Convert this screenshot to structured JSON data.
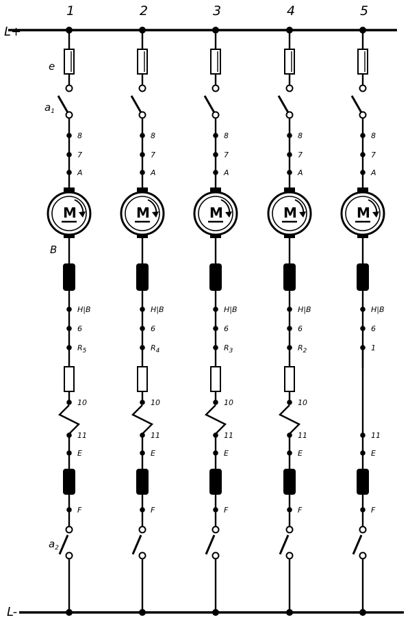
{
  "rails": {
    "positive": "L+",
    "negative": "L-"
  },
  "fuse_label": "e",
  "top_switch_label": "a1",
  "bottom_switch_label": "a2",
  "armature_label": "B",
  "motor_symbol": "M",
  "columns": [
    {
      "number": "1",
      "top_terminals": [
        "8",
        "7",
        "A"
      ],
      "mid_terminals": [
        "H|B",
        "6",
        "R5"
      ],
      "lower_terminals": [
        "10",
        "11",
        "E",
        "F"
      ],
      "has_resistor": true
    },
    {
      "number": "2",
      "top_terminals": [
        "8",
        "7",
        "A"
      ],
      "mid_terminals": [
        "H|B",
        "6",
        "R4"
      ],
      "lower_terminals": [
        "10",
        "11",
        "E",
        "F"
      ],
      "has_resistor": true
    },
    {
      "number": "3",
      "top_terminals": [
        "8",
        "7",
        "A"
      ],
      "mid_terminals": [
        "H|B",
        "6",
        "R3"
      ],
      "lower_terminals": [
        "10",
        "11",
        "E",
        "F"
      ],
      "has_resistor": true
    },
    {
      "number": "4",
      "top_terminals": [
        "8",
        "7",
        "A"
      ],
      "mid_terminals": [
        "H|B",
        "6",
        "R2"
      ],
      "lower_terminals": [
        "10",
        "11",
        "E",
        "F"
      ],
      "has_resistor": true
    },
    {
      "number": "5",
      "top_terminals": [
        "8",
        "7",
        "A"
      ],
      "mid_terminals": [
        "H|B",
        "6",
        "1"
      ],
      "lower_terminals": [
        "11",
        "E",
        "F"
      ],
      "has_resistor": false
    }
  ]
}
